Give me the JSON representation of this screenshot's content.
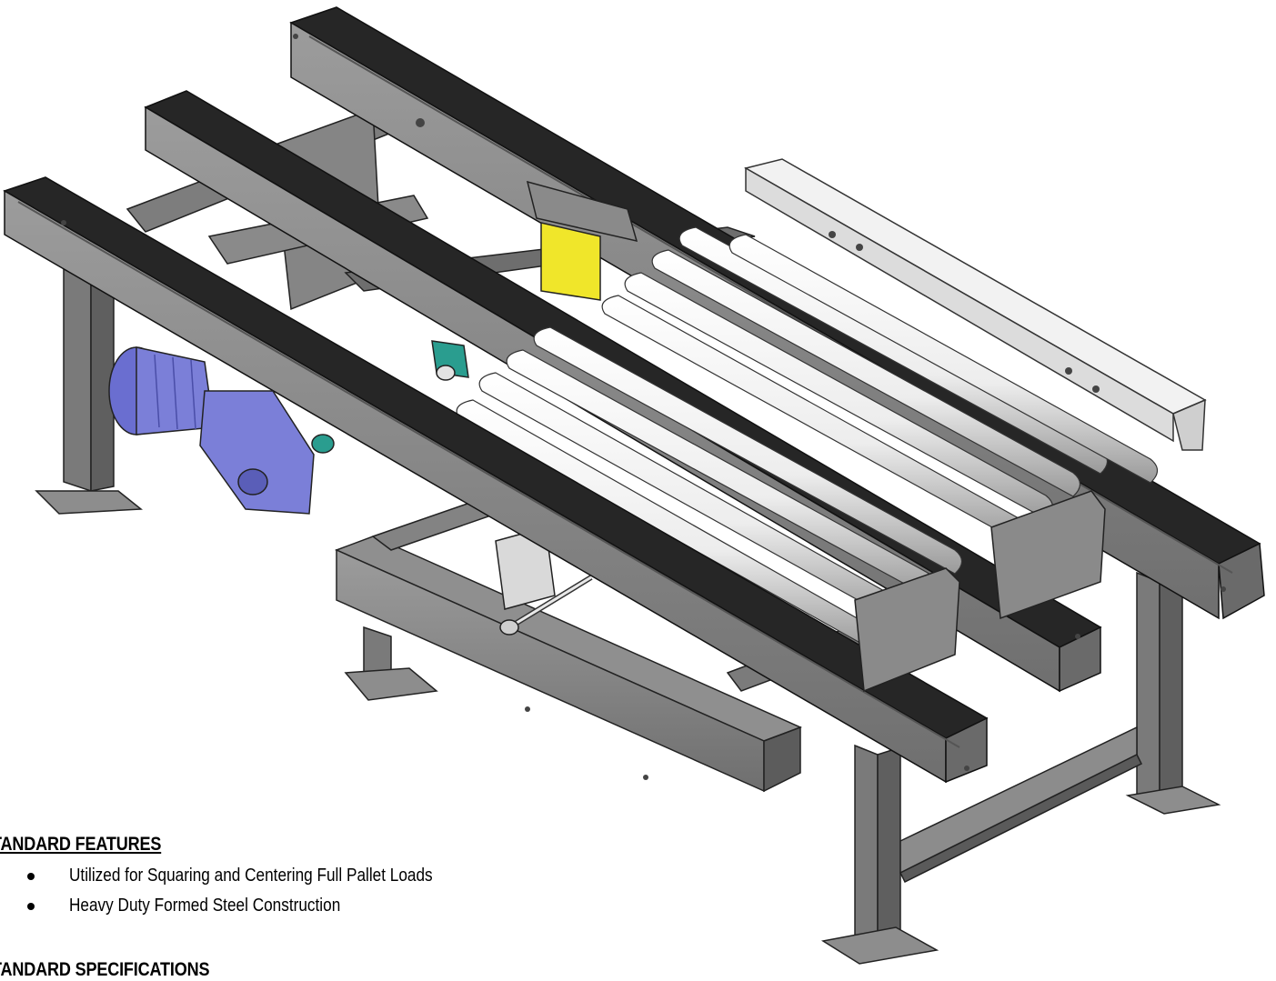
{
  "features": {
    "heading": "TANDARD FEATURES",
    "items": [
      "Utilized for Squaring and Centering Full Pallet Loads",
      "Heavy Duty Formed Steel Construction"
    ]
  },
  "specifications": {
    "heading": "TANDARD SPECIFICATIONS"
  },
  "drawing": {
    "subject": "pallet conveyor squaring and centering unit",
    "colors": {
      "steel": "#8a8a8a",
      "steel_dark": "#5a5a5a",
      "chain": "#1c1c1c",
      "roller": "#f3f3f3",
      "motor": "#7b7fd8",
      "reducer": "#7b7fd8",
      "bracket_yellow": "#f0e62a",
      "bearing_teal": "#2a9d8f"
    }
  }
}
